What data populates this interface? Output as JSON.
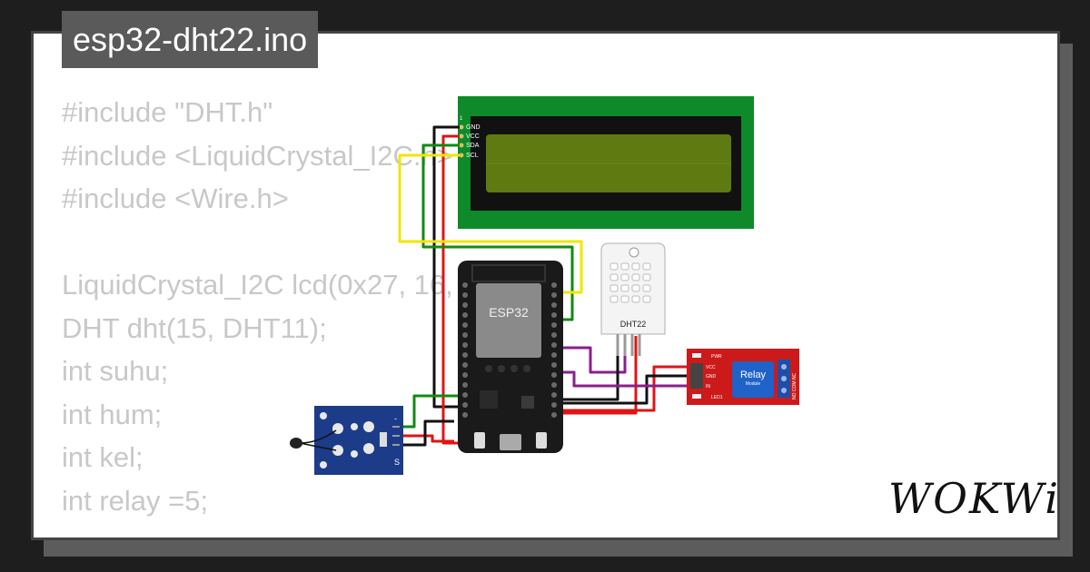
{
  "window": {
    "title": "esp32-dht22.ino"
  },
  "code_lines": [
    "#include \"DHT.h\"",
    "#include <LiquidCrystal_I2C.h>",
    "#include <Wire.h>",
    "",
    "LiquidCrystal_I2C lcd(0x27, 16, 2);",
    "DHT dht(15, DHT11);",
    "int suhu;",
    "int hum;",
    "int kel;",
    "int relay =5;"
  ],
  "lcd": {
    "pins": [
      "GND",
      "VCC",
      "SDA",
      "SCL"
    ],
    "pin1_label": "1"
  },
  "esp32": {
    "label": "ESP32"
  },
  "dht": {
    "label": "DHT22"
  },
  "relay": {
    "title": "Relay",
    "subtitle": "Module",
    "pins": [
      "VCC",
      "GND",
      "IN"
    ],
    "led_pwr": "PWR",
    "led1": "LED1",
    "terminals": "NO COM NC"
  },
  "thermistor": {
    "pin_minus": "-",
    "pin_s": "S"
  },
  "brand": {
    "logo": "WOKWi"
  },
  "colors": {
    "wire_black": "#111111",
    "wire_red": "#e01414",
    "wire_yellow": "#f2e600",
    "wire_green": "#138a13",
    "wire_purple": "#8a1f8a"
  }
}
